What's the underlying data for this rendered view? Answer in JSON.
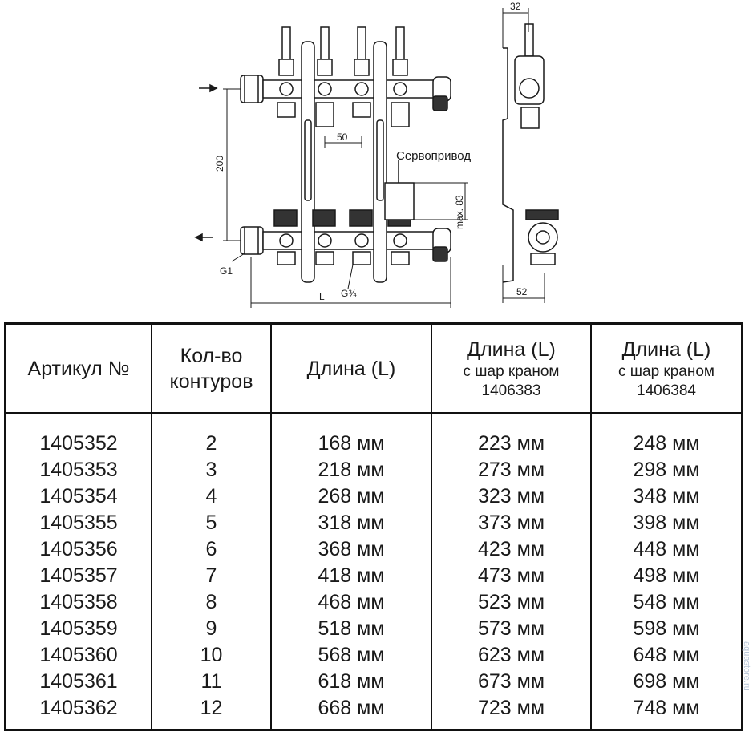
{
  "drawing": {
    "labels": {
      "dim_32": "32",
      "dim_200": "200",
      "dim_50": "50",
      "servo": "Сервопривод",
      "max83": "max. 83",
      "g1": "G1",
      "g34": "G¾",
      "dim_L": "L",
      "dim_52": "52"
    }
  },
  "table": {
    "headers": {
      "article": "Артикул №",
      "circuits_line1": "Кол-во",
      "circuits_line2": "контуров",
      "length": "Длина (L)",
      "length_valve1_title": "Длина (L)",
      "length_valve1_sub1": "с шар краном",
      "length_valve1_sub2": "1406383",
      "length_valve2_title": "Длина (L)",
      "length_valve2_sub1": "с шар краном",
      "length_valve2_sub2": "1406384"
    },
    "rows": [
      [
        "1405352",
        "2",
        "168 мм",
        "223 мм",
        "248 мм"
      ],
      [
        "1405353",
        "3",
        "218 мм",
        "273 мм",
        "298 мм"
      ],
      [
        "1405354",
        "4",
        "268 мм",
        "323 мм",
        "348 мм"
      ],
      [
        "1405355",
        "5",
        "318 мм",
        "373 мм",
        "398 мм"
      ],
      [
        "1405356",
        "6",
        "368 мм",
        "423 мм",
        "448 мм"
      ],
      [
        "1405357",
        "7",
        "418 мм",
        "473 мм",
        "498 мм"
      ],
      [
        "1405358",
        "8",
        "468 мм",
        "523 мм",
        "548 мм"
      ],
      [
        "1405359",
        "9",
        "518 мм",
        "573 мм",
        "598 мм"
      ],
      [
        "1405360",
        "10",
        "568 мм",
        "623 мм",
        "648 мм"
      ],
      [
        "1405361",
        "11",
        "618 мм",
        "673 мм",
        "698 мм"
      ],
      [
        "1405362",
        "12",
        "668 мм",
        "723 мм",
        "748 мм"
      ]
    ]
  },
  "watermark": "aquastore.ru"
}
